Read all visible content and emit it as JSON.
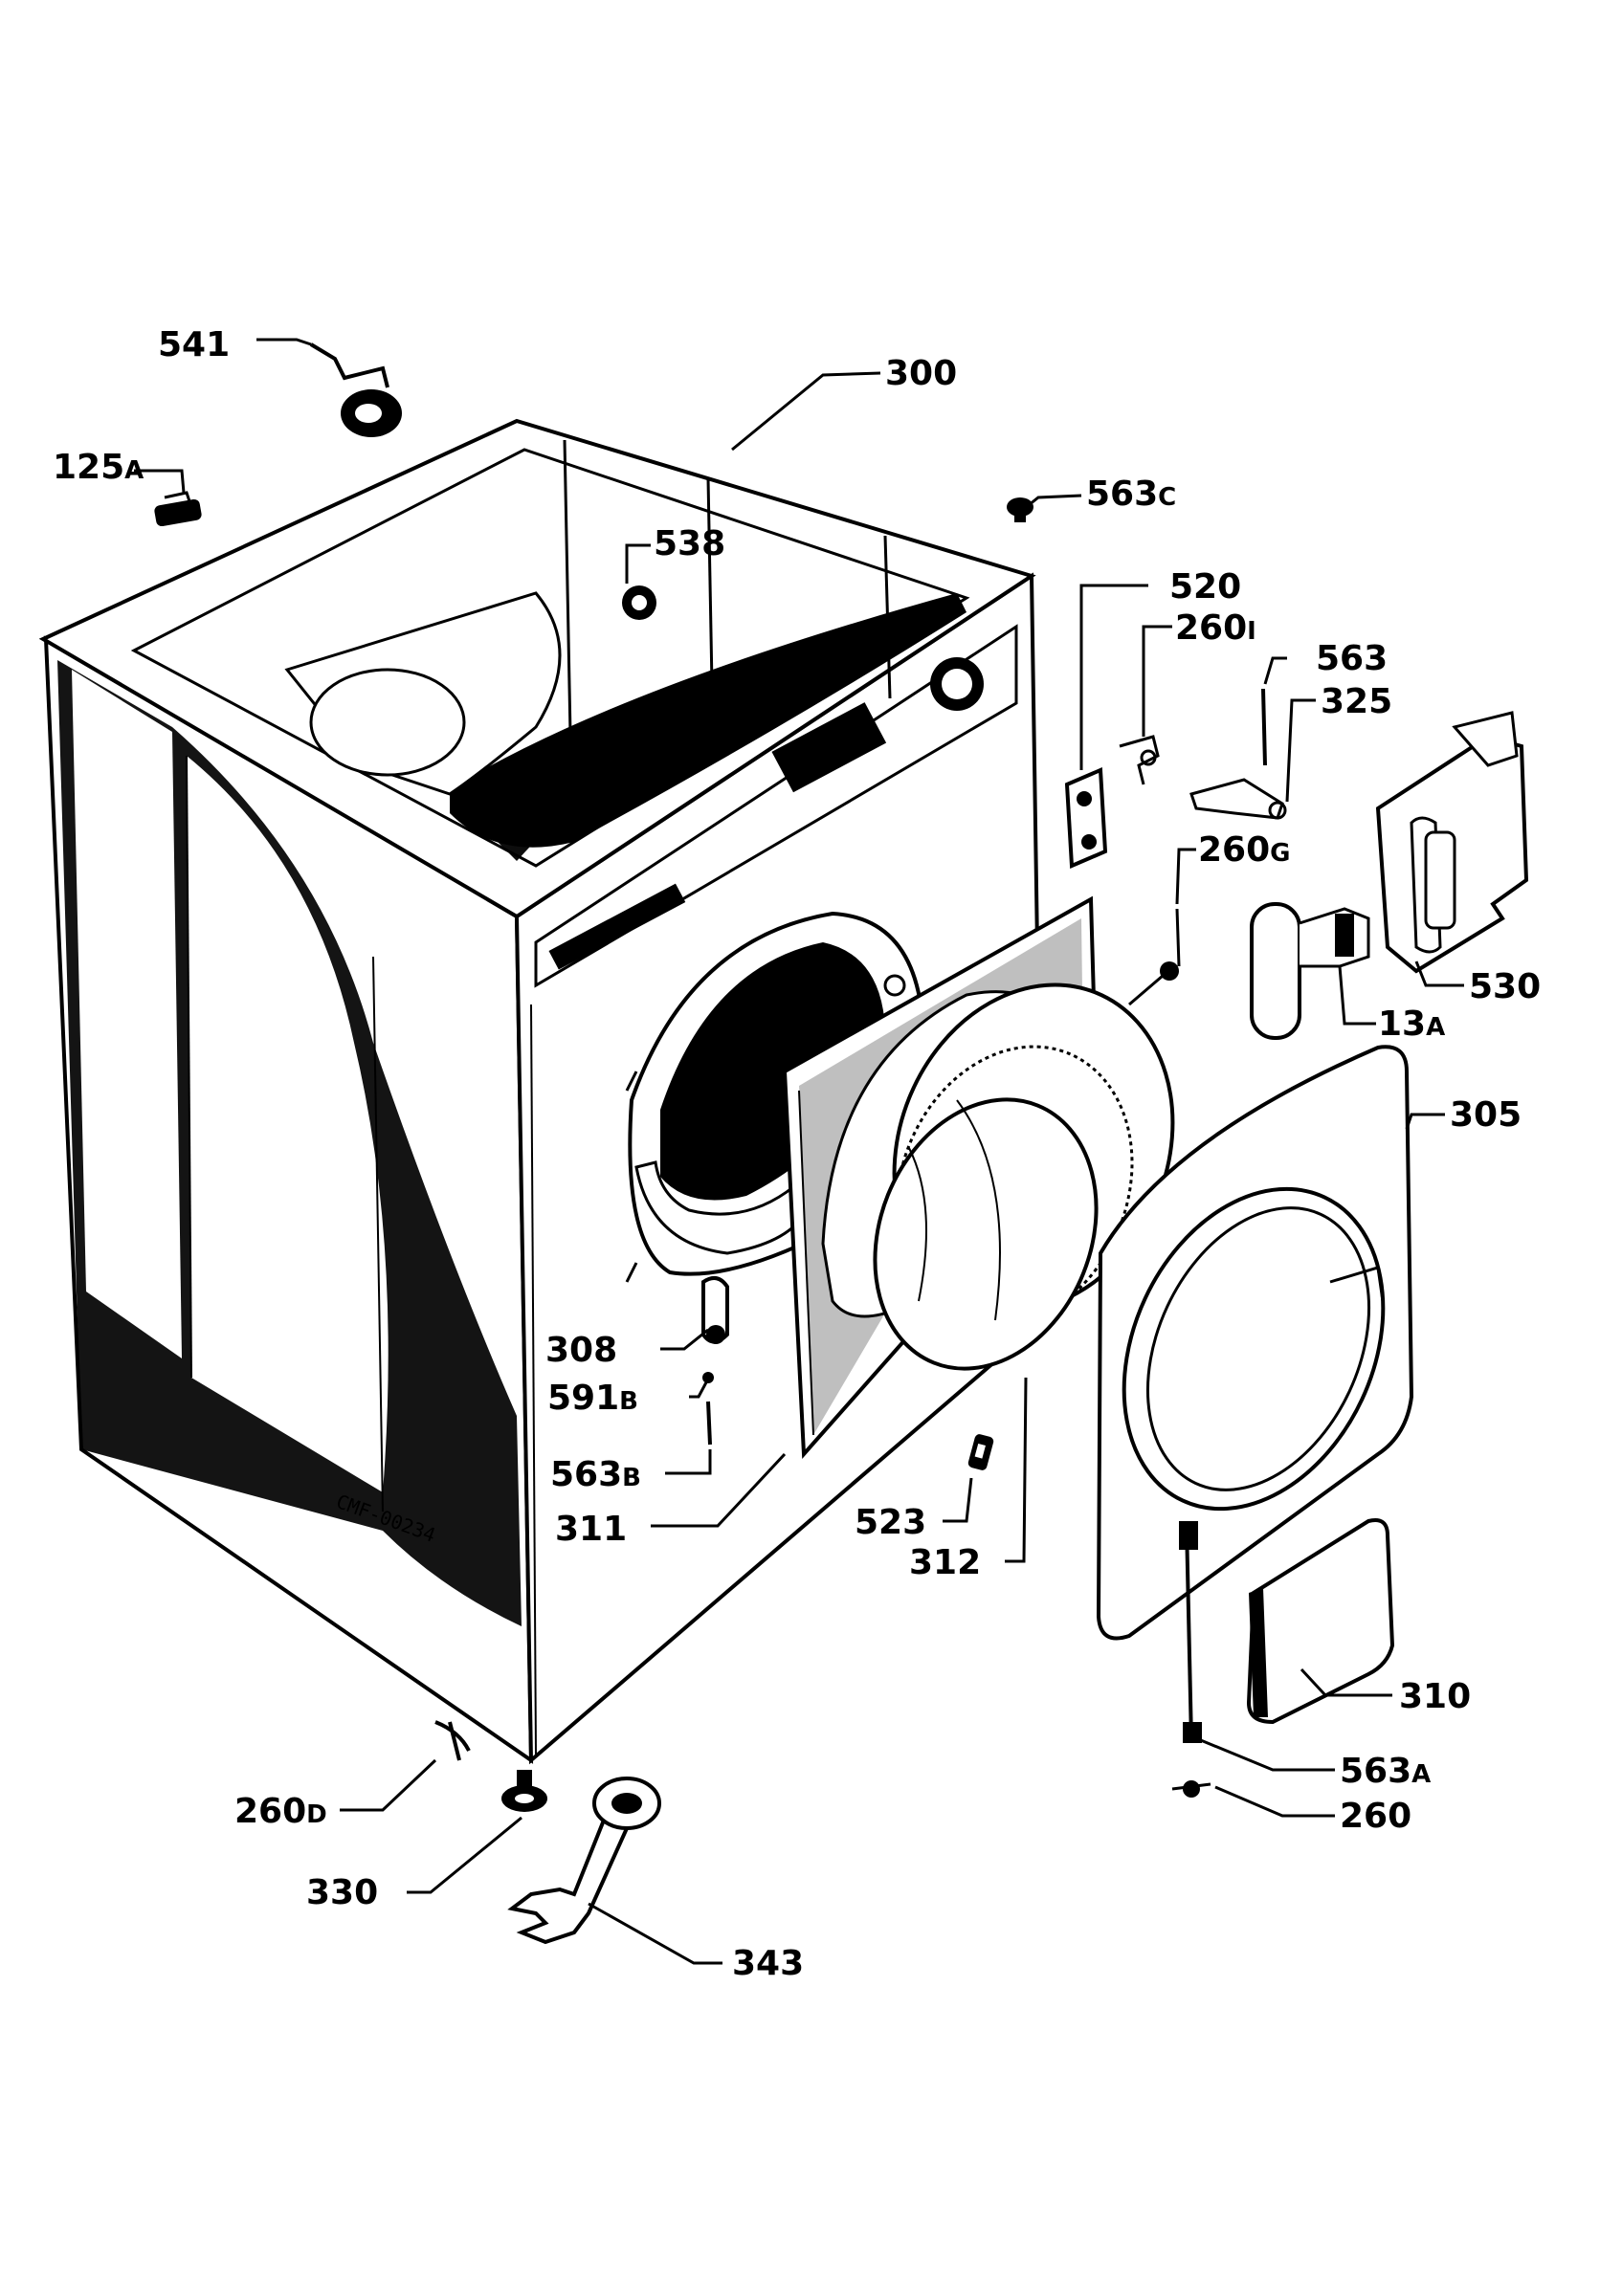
{
  "drawing_code": "CMF-00234",
  "callouts": {
    "c541": {
      "n": "541",
      "s": ""
    },
    "c300": {
      "n": "300",
      "s": ""
    },
    "c125a": {
      "n": "125",
      "s": "A"
    },
    "c563c": {
      "n": "563",
      "s": "C"
    },
    "c538": {
      "n": "538",
      "s": ""
    },
    "c520": {
      "n": "520",
      "s": ""
    },
    "c260i": {
      "n": "260",
      "s": "I"
    },
    "c563": {
      "n": "563",
      "s": ""
    },
    "c325": {
      "n": "325",
      "s": ""
    },
    "c260g": {
      "n": "260",
      "s": "G"
    },
    "c530": {
      "n": "530",
      "s": ""
    },
    "c13a": {
      "n": "13",
      "s": "A"
    },
    "c305": {
      "n": "305",
      "s": ""
    },
    "c308": {
      "n": "308",
      "s": ""
    },
    "c591b": {
      "n": "591",
      "s": "B"
    },
    "c563b": {
      "n": "563",
      "s": "B"
    },
    "c311": {
      "n": "311",
      "s": ""
    },
    "c523": {
      "n": "523",
      "s": ""
    },
    "c312": {
      "n": "312",
      "s": ""
    },
    "c310": {
      "n": "310",
      "s": ""
    },
    "c563a": {
      "n": "563",
      "s": "A"
    },
    "c260": {
      "n": "260",
      "s": ""
    },
    "c260d": {
      "n": "260",
      "s": "D"
    },
    "c330": {
      "n": "330",
      "s": ""
    },
    "c343": {
      "n": "343",
      "s": ""
    }
  }
}
